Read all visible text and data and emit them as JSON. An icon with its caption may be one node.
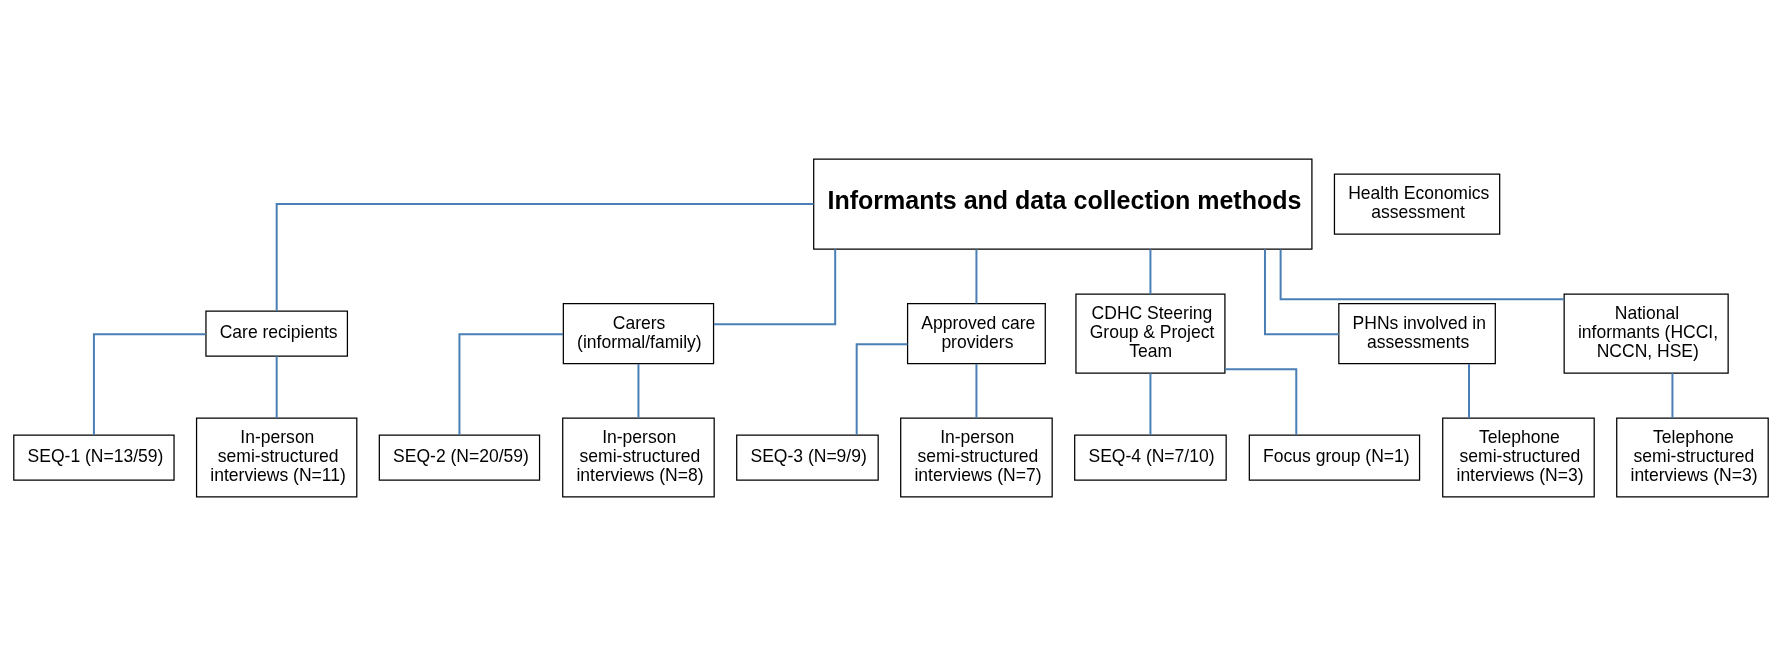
{
  "diagram": {
    "nodes": [
      {
        "text": [
          "Informants and data collection methods"
        ]
      },
      {
        "text": [
          "Health Economics assessment"
        ]
      },
      {
        "text": [
          "Care recipients"
        ]
      },
      {
        "text": [
          "Carers (informal/family)"
        ]
      },
      {
        "text": [
          "Approved care providers"
        ]
      },
      {
        "text": [
          "CDHC Steering Group & Project Team"
        ]
      },
      {
        "text": [
          "PHNs involved in assessments"
        ]
      },
      {
        "text": [
          "National informants (HCCI, NCCN, HSE)"
        ]
      },
      {
        "text": [
          "SEQ-1 (N=13/59)"
        ]
      },
      {
        "text": [
          "In-person semi-structured interviews (N=11)"
        ]
      },
      {
        "text": [
          "SEQ-2 (N=20/59)"
        ]
      },
      {
        "text": [
          "In-person semi-structured interviews (N=8)"
        ]
      },
      {
        "text": [
          "SEQ-3 (N=9/9)"
        ]
      },
      {
        "text": [
          "In-person semi-structured interviews (N=7)"
        ]
      },
      {
        "text": [
          "SEQ-4 (N=7/10)"
        ]
      },
      {
        "text": [
          "Focus group (N=1)"
        ]
      },
      {
        "text": [
          "Telephone semi-structured interviews (N=3)"
        ]
      },
      {
        "text": [
          "Telephone semi-structured interviews (N=3)"
        ]
      }
    ],
    "edges": [
      {
        "from": 0,
        "to": 2,
        "arrow": "none"
      },
      {
        "from": 0,
        "to": 3,
        "arrow": "none"
      },
      {
        "from": 0,
        "to": 4,
        "arrow": "none"
      },
      {
        "from": 0,
        "to": 5,
        "arrow": "none"
      },
      {
        "from": 0,
        "to": 6,
        "arrow": "none"
      },
      {
        "from": 0,
        "to": 7,
        "arrow": "none"
      },
      {
        "from": 2,
        "to": 8,
        "arrow": "none"
      },
      {
        "from": 2,
        "to": 9,
        "arrow": "none"
      },
      {
        "from": 3,
        "to": 10,
        "arrow": "none"
      },
      {
        "from": 3,
        "to": 11,
        "arrow": "none"
      },
      {
        "from": 4,
        "to": 12,
        "arrow": "none"
      },
      {
        "from": 4,
        "to": 13,
        "arrow": "none"
      },
      {
        "from": 5,
        "to": 14,
        "arrow": "none"
      },
      {
        "from": 5,
        "to": 15,
        "arrow": "none"
      },
      {
        "from": 6,
        "to": 16,
        "arrow": "none"
      },
      {
        "from": 7,
        "to": 17,
        "arrow": "none"
      }
    ]
  }
}
